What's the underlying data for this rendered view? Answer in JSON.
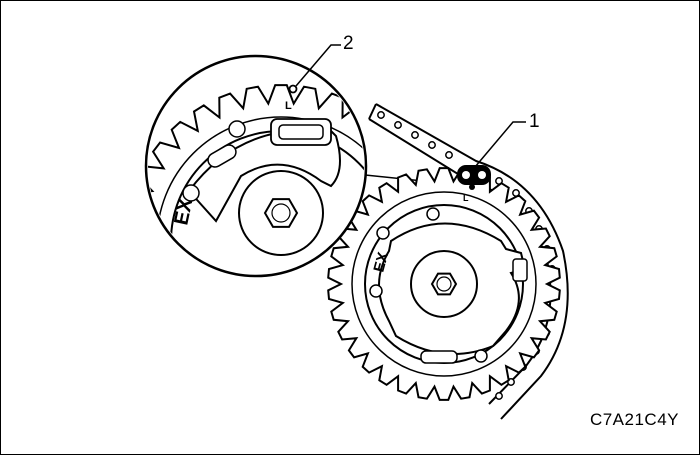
{
  "callouts": [
    {
      "number": "2"
    },
    {
      "number": "1"
    }
  ],
  "sprocket_markings": {
    "intake_exhaust": "EX",
    "timing_mark": "L"
  },
  "figure_code": "C7A21C4Y",
  "colors": {
    "line": "#000000",
    "background": "#ffffff"
  }
}
